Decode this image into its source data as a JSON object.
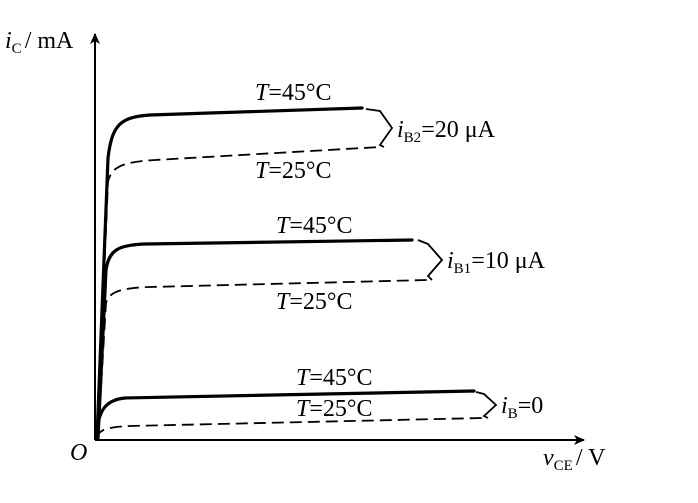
{
  "axes": {
    "y_var": "i",
    "y_sub": "C",
    "y_unit": "/ mA",
    "x_var": "v",
    "x_sub": "CE",
    "x_unit": "/ V",
    "origin": "O"
  },
  "groups": [
    {
      "hot_t": "T",
      "hot_rest": "=45°C",
      "cool_t": "T",
      "cool_rest": "=25°C",
      "ib_var": "i",
      "ib_sub": "B2",
      "ib_rest": "=20 μA"
    },
    {
      "hot_t": "T",
      "hot_rest": "=45°C",
      "cool_t": "T",
      "cool_rest": "=25°C",
      "ib_var": "i",
      "ib_sub": "B1",
      "ib_rest": "=10 μA"
    },
    {
      "hot_t": "T",
      "hot_rest": "=45°C",
      "cool_t": "T",
      "cool_rest": "=25°C",
      "ib_var": "i",
      "ib_sub": "B",
      "ib_rest": "=0"
    }
  ]
}
